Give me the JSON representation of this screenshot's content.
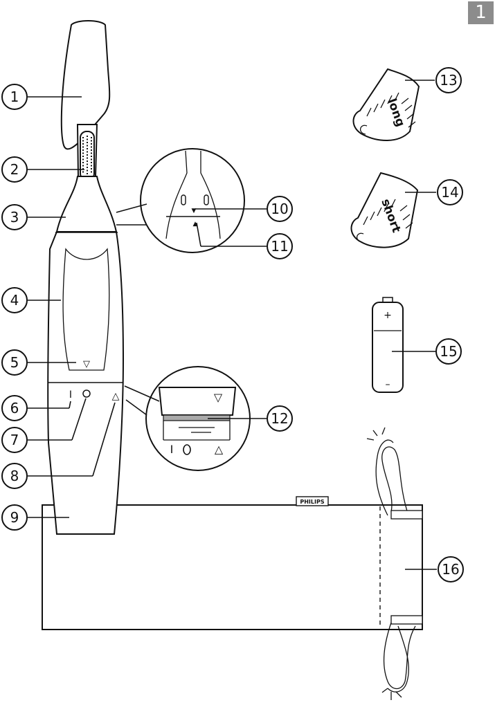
{
  "page_number": "1",
  "brand_label": "PHILIPS",
  "comb_long_text": "long",
  "comb_short_text": "short",
  "battery_plus": "+",
  "battery_minus": "–",
  "switch_marks": {
    "off": "I",
    "lock": "O",
    "on": "△",
    "arrow_down": "▽"
  },
  "callouts": [
    "1",
    "2",
    "3",
    "4",
    "5",
    "6",
    "7",
    "8",
    "9",
    "10",
    "11",
    "12",
    "13",
    "14",
    "15",
    "16"
  ]
}
